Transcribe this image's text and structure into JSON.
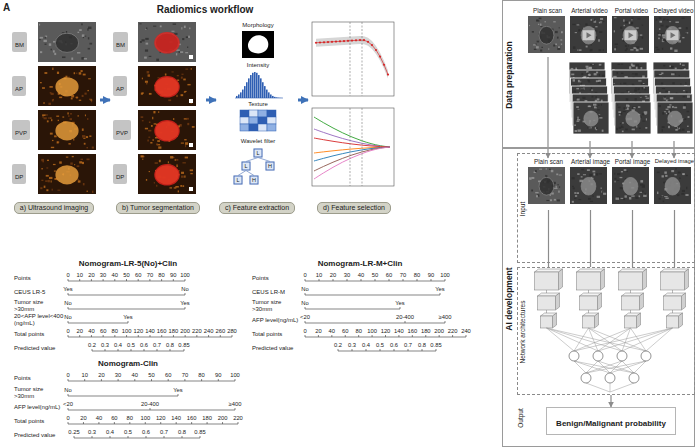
{
  "diagram": {
    "title": "Radiomics workflow",
    "nodes": [
      {
        "text": [
          "a) Ultrasound imaging"
        ]
      },
      {
        "text": [
          "BM"
        ],
        "in": 0
      },
      {
        "text": [
          "AP"
        ],
        "in": 0
      },
      {
        "text": [
          "PVP"
        ],
        "in": 0
      },
      {
        "text": [
          "DP"
        ],
        "in": 0
      },
      {
        "text": [
          "b) Tumor segmentation"
        ]
      },
      {
        "text": [
          "BM"
        ],
        "in": 5
      },
      {
        "text": [
          "AP"
        ],
        "in": 5
      },
      {
        "text": [
          "PVP"
        ],
        "in": 5
      },
      {
        "text": [
          "DP"
        ],
        "in": 5
      },
      {
        "text": [
          "c) Feature extraction"
        ]
      },
      {
        "text": [
          "d) Feature selection"
        ]
      },
      {
        "text": [
          "Data preparation"
        ]
      },
      {
        "text": [
          "Plain scan"
        ],
        "in": 12
      },
      {
        "text": [
          "Arterial video"
        ],
        "in": 12
      },
      {
        "text": [
          "Portal video"
        ],
        "in": 12
      },
      {
        "text": [
          "Delayed video"
        ],
        "in": 12
      },
      {
        "text": [
          "AI development"
        ]
      },
      {
        "text": [
          "Input"
        ],
        "in": 17
      },
      {
        "text": [
          "Plain scan"
        ],
        "in": 18
      },
      {
        "text": [
          "Arterial image"
        ],
        "in": 18
      },
      {
        "text": [
          "Portal image"
        ],
        "in": 18
      },
      {
        "text": [
          "Delayed image"
        ],
        "in": 18
      },
      {
        "text": [
          "Network architectures"
        ],
        "in": 17
      },
      {
        "text": [
          "Benign/Malignant probability"
        ],
        "in": 17
      }
    ],
    "edges": [
      {
        "from": 0,
        "to": 5,
        "arrow": "to"
      },
      {
        "from": 5,
        "to": 10,
        "arrow": "to"
      },
      {
        "from": 10,
        "to": 11,
        "arrow": "to"
      },
      {
        "from": 13,
        "to": 19,
        "arrow": "to"
      },
      {
        "from": 14,
        "to": 20,
        "arrow": "to"
      },
      {
        "from": 15,
        "to": 21,
        "arrow": "to"
      },
      {
        "from": 16,
        "to": 22,
        "arrow": "to"
      },
      {
        "from": 19,
        "to": 23,
        "arrow": "none"
      },
      {
        "from": 20,
        "to": 23,
        "arrow": "none"
      },
      {
        "from": 21,
        "to": 23,
        "arrow": "none"
      },
      {
        "from": 22,
        "to": 23,
        "arrow": "none"
      },
      {
        "from": 23,
        "to": 24,
        "arrow": "to"
      }
    ],
    "labels": [
      "A",
      "Morphology",
      "Intensity",
      "Texture",
      "Wavelet filter",
      "L",
      "L",
      "H",
      "L",
      "H",
      "Output",
      "Nomogram-LR-5(No)+Clin",
      "Points",
      "0",
      "10",
      "20",
      "30",
      "40",
      "50",
      "60",
      "70",
      "80",
      "90",
      "100",
      "CEUS LR-5",
      "Yes",
      "No",
      "Tumor size >30mm",
      "No",
      "Yes",
      "20<AFP level<400 (ng/mL)",
      "No",
      "Yes",
      "Total points",
      "0",
      "20",
      "40",
      "60",
      "80",
      "100",
      "120",
      "140",
      "160",
      "180",
      "200",
      "220",
      "240",
      "260",
      "280",
      "Predicted value",
      "0.2",
      "0.3",
      "0.4",
      "0.5",
      "0.6",
      "0.7",
      "0.8",
      "0.85",
      "Nomogram-LR-M+Clin",
      "Points",
      "0",
      "10",
      "20",
      "30",
      "40",
      "50",
      "60",
      "70",
      "80",
      "90",
      "100",
      "CEUS LR-M",
      "No",
      "Yes",
      "Tumor size >30mm",
      "No",
      "Yes",
      "AFP level(ng/mL)",
      "<20",
      "20-400",
      "≥400",
      "Total points",
      "0",
      "20",
      "40",
      "60",
      "80",
      "100",
      "120",
      "140",
      "160",
      "180",
      "200",
      "220",
      "240",
      "Predicted value",
      "0.2",
      "0.3",
      "0.4",
      "0.5",
      "0.6",
      "0.7",
      "0.8",
      "0.85",
      "Nomogram-Clin",
      "Points",
      "0",
      "10",
      "20",
      "30",
      "40",
      "50",
      "60",
      "70",
      "80",
      "90",
      "100",
      "Tumor size >30mm",
      "No",
      "Yes",
      "AFP level(ng/mL)",
      "<20",
      "20-400",
      "≥400",
      "Total points",
      "0",
      "20",
      "40",
      "60",
      "80",
      "100",
      "120",
      "140",
      "160",
      "180",
      "200",
      "220",
      "Predicted value",
      "0.25",
      "0.3",
      "0.4",
      "0.5",
      "0.6",
      "0.7",
      "0.8",
      "0.85"
    ]
  }
}
